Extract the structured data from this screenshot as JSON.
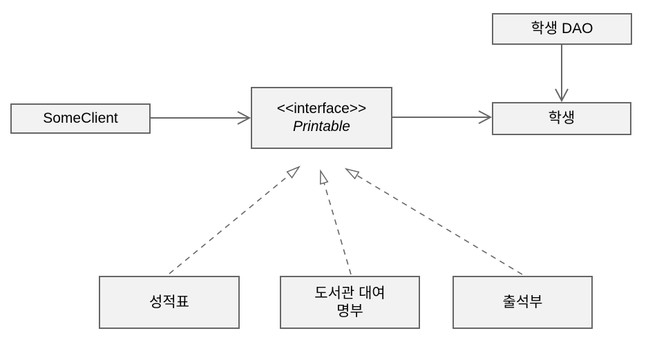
{
  "diagram": {
    "title": "Printable interface UML diagram",
    "colors": {
      "background": "#ffffff",
      "box_fill": "#f2f2f2",
      "box_border": "#666666",
      "line_color": "#666666",
      "text_color": "#000000"
    },
    "nodes": {
      "some_client": {
        "label": "SomeClient"
      },
      "printable_interface": {
        "stereotype": "<<interface>>",
        "name": "Printable"
      },
      "student_dao": {
        "label": "학생 DAO"
      },
      "student": {
        "label": "학생"
      },
      "report_card": {
        "label": "성적표"
      },
      "library_ledger": {
        "label_line1": "도서관 대여",
        "label_line2": "명부"
      },
      "attendance": {
        "label": "출석부"
      }
    },
    "edges": [
      {
        "from": "SomeClient",
        "to": "Printable",
        "style": "solid",
        "arrowhead": "open"
      },
      {
        "from": "Printable",
        "to": "학생",
        "style": "solid",
        "arrowhead": "open"
      },
      {
        "from": "학생 DAO",
        "to": "학생",
        "style": "solid",
        "arrowhead": "open"
      },
      {
        "from": "성적표",
        "to": "Printable",
        "style": "dashed",
        "arrowhead": "hollow-triangle"
      },
      {
        "from": "도서관 대여 명부",
        "to": "Printable",
        "style": "dashed",
        "arrowhead": "hollow-triangle"
      },
      {
        "from": "출석부",
        "to": "Printable",
        "style": "dashed",
        "arrowhead": "hollow-triangle"
      }
    ]
  }
}
